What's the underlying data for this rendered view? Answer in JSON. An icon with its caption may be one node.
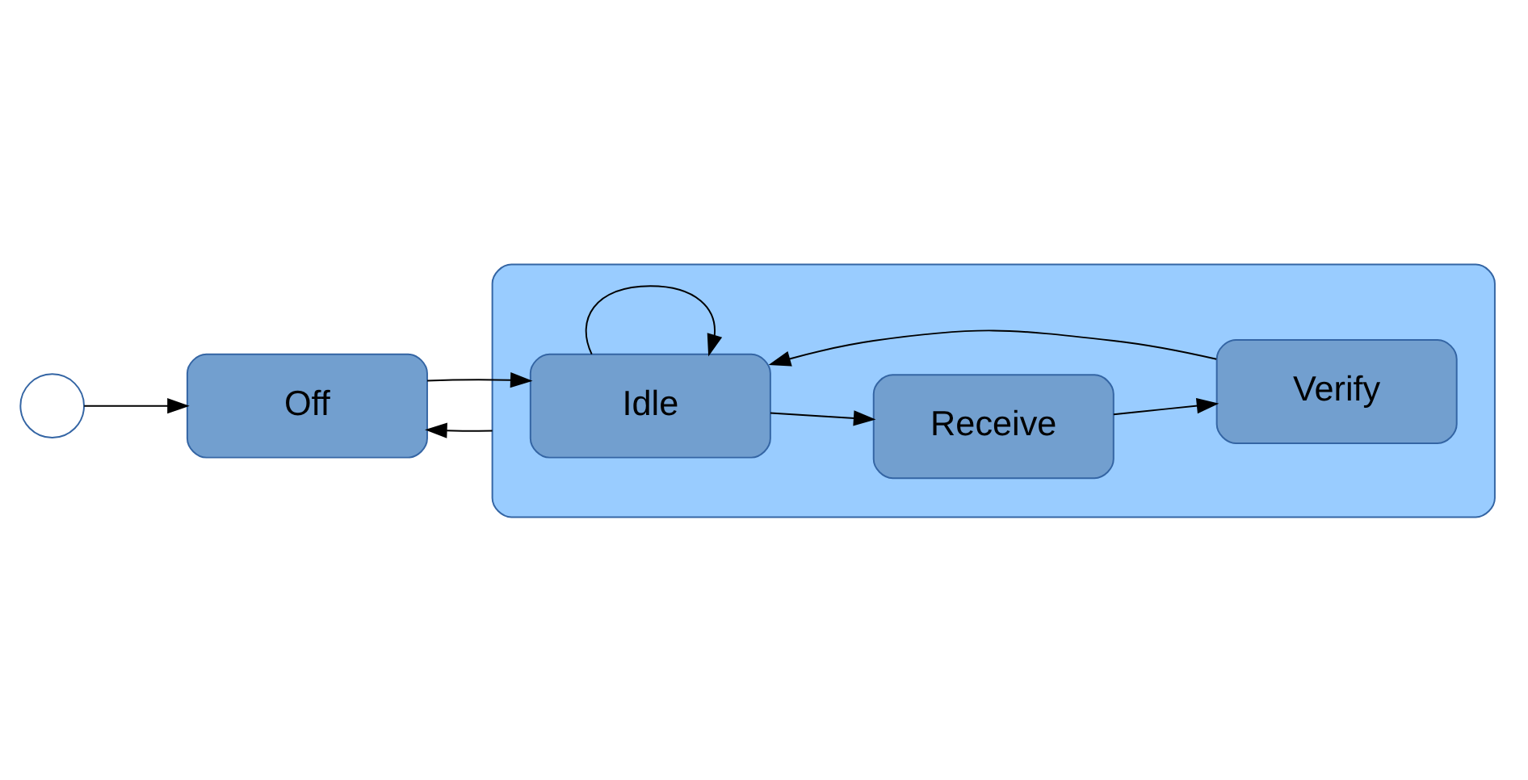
{
  "diagram": {
    "nodes": [
      {
        "text": [],
        "shape": "circle"
      },
      {
        "text": [
          "Off"
        ]
      },
      {
        "text": [],
        "shape": "box"
      },
      {
        "text": [
          "Idle"
        ],
        "in": 2
      },
      {
        "text": [
          "Receive"
        ],
        "in": 2
      },
      {
        "text": [
          "Verify"
        ],
        "in": 2
      }
    ],
    "edges": [
      {
        "from": 0,
        "to": 1,
        "arrow": "to"
      },
      {
        "from": 1,
        "to": 3,
        "arrow": "to"
      },
      {
        "from": 3,
        "to": 3,
        "arrow": "to"
      },
      {
        "from": 3,
        "to": 4,
        "arrow": "to"
      },
      {
        "from": 4,
        "to": 5,
        "arrow": "to"
      },
      {
        "from": 5,
        "to": 3,
        "arrow": "to"
      },
      {
        "from": 2,
        "to": 1,
        "arrow": "to"
      }
    ]
  }
}
